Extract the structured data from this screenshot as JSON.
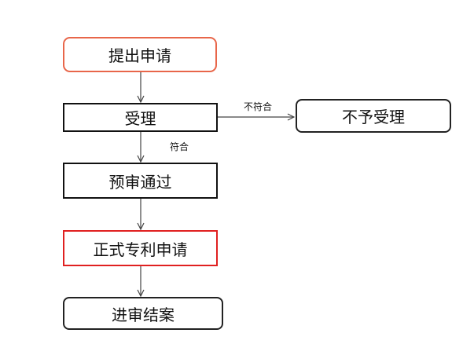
{
  "nodes": {
    "submit": "提出申请",
    "accept": "受理",
    "reject": "不予受理",
    "prelim": "预审通过",
    "formal": "正式专利申请",
    "examine": "进审结案"
  },
  "edges": {
    "not_compliant": "不符合",
    "compliant": "符合"
  },
  "colors": {
    "start_border": "#e8664a",
    "highlight_border": "#e02020",
    "normal_border": "#222222",
    "line": "#444444"
  }
}
